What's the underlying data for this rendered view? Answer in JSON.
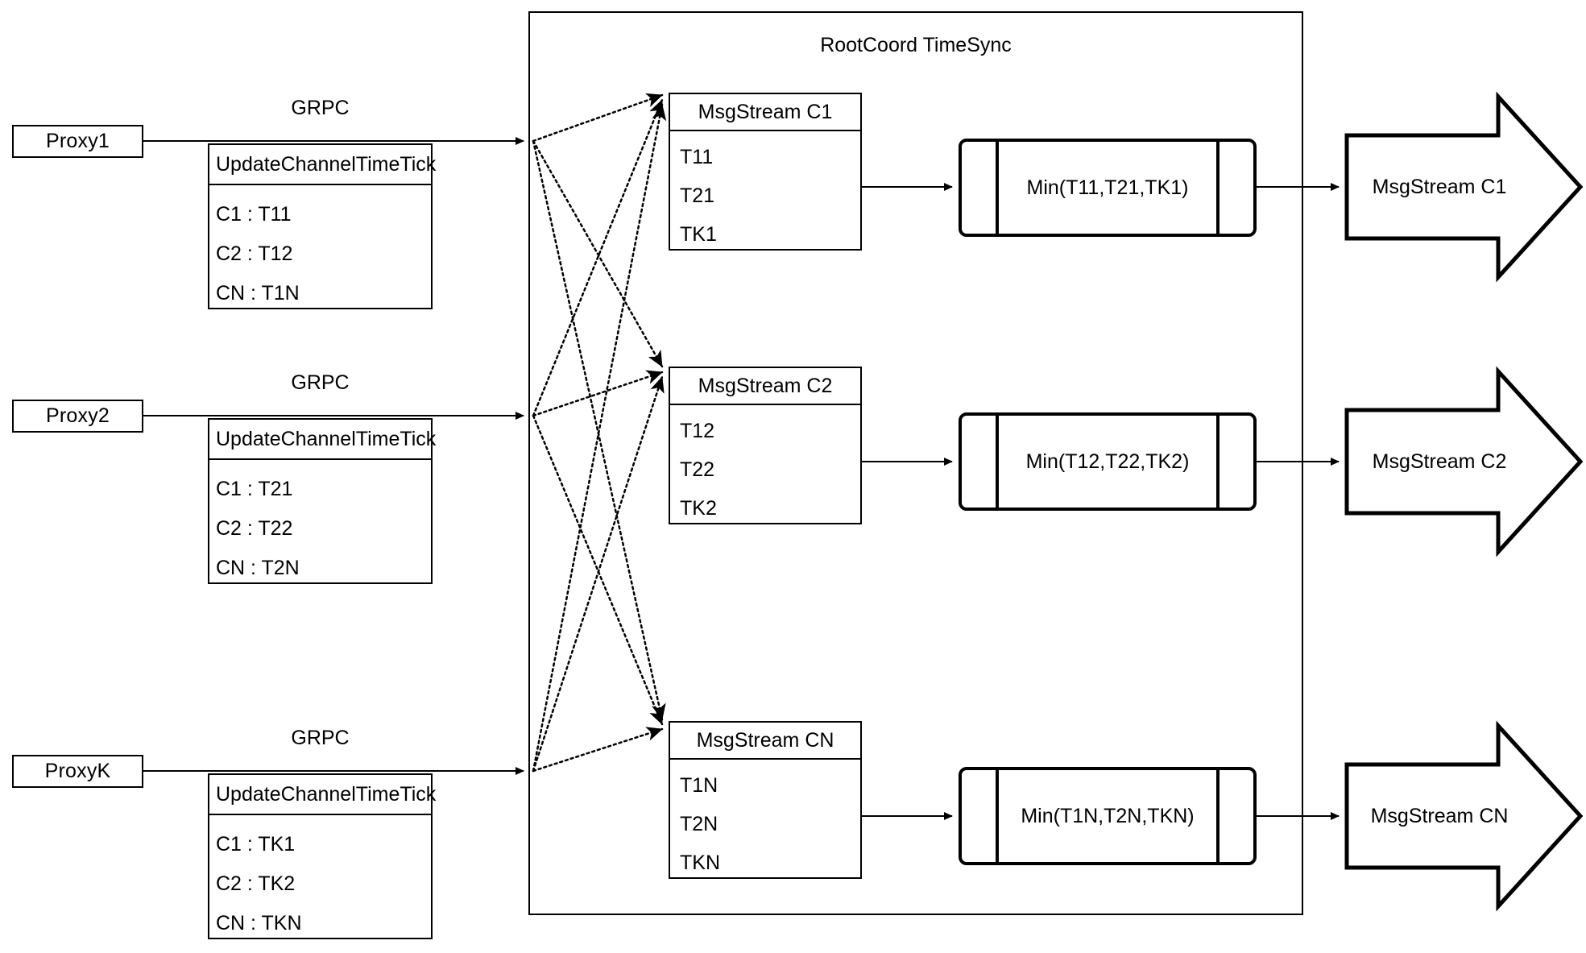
{
  "diagram": {
    "title": "RootCoord TimeSync",
    "container_label": "RootCoord TimeSync"
  },
  "rows": [
    {
      "proxy": "Proxy1",
      "link_label": "GRPC",
      "request": {
        "title": "UpdateChannelTimeTick",
        "entries": [
          "C1 :  T11",
          "C2 :  T12",
          "CN : T1N"
        ]
      },
      "msgstream": {
        "title": "MsgStream C1",
        "entries": [
          "T11",
          "T21",
          "TK1"
        ]
      },
      "process": "Min(T11,T21,TK1)",
      "output": "MsgStream C1"
    },
    {
      "proxy": "Proxy2",
      "link_label": "GRPC",
      "request": {
        "title": "UpdateChannelTimeTick",
        "entries": [
          "C1 :  T21",
          "C2 :  T22",
          "CN : T2N"
        ]
      },
      "msgstream": {
        "title": "MsgStream C2",
        "entries": [
          "T12",
          "T22",
          "TK2"
        ]
      },
      "process": "Min(T12,T22,TK2)",
      "output": "MsgStream C2"
    },
    {
      "proxy": "ProxyK",
      "link_label": "GRPC",
      "request": {
        "title": "UpdateChannelTimeTick",
        "entries": [
          "C1 :  TK1",
          "C2 :  TK2",
          "CN : TKN"
        ]
      },
      "msgstream": {
        "title": "MsgStream CN",
        "entries": [
          "T1N",
          "T2N",
          "TKN"
        ]
      },
      "process": "Min(T1N,T2N,TKN)",
      "output": "MsgStream CN"
    }
  ],
  "colors": {
    "stroke": "#000000",
    "background": "#ffffff"
  }
}
